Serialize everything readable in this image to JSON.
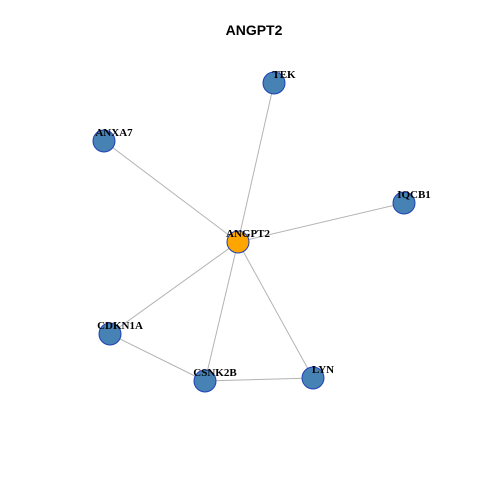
{
  "title": "ANGPT2",
  "colors": {
    "hub": "#FFA500",
    "neighbor": "#4682B4",
    "node_border": "#1f3fb5",
    "edge": "#b3b3b3"
  },
  "nodes": [
    {
      "id": "ANGPT2",
      "label": "ANGPT2",
      "role": "hub"
    },
    {
      "id": "TEK",
      "label": "TEK",
      "role": "neighbor"
    },
    {
      "id": "ANXA7",
      "label": "ANXA7",
      "role": "neighbor"
    },
    {
      "id": "IQCB1",
      "label": "IQCB1",
      "role": "neighbor"
    },
    {
      "id": "CDKN1A",
      "label": "CDKN1A",
      "role": "neighbor"
    },
    {
      "id": "CSNK2B",
      "label": "CSNK2B",
      "role": "neighbor"
    },
    {
      "id": "LYN",
      "label": "LYN",
      "role": "neighbor"
    }
  ],
  "edges": [
    {
      "source": "ANGPT2",
      "target": "TEK"
    },
    {
      "source": "ANGPT2",
      "target": "ANXA7"
    },
    {
      "source": "ANGPT2",
      "target": "IQCB1"
    },
    {
      "source": "ANGPT2",
      "target": "CDKN1A"
    },
    {
      "source": "ANGPT2",
      "target": "CSNK2B"
    },
    {
      "source": "ANGPT2",
      "target": "LYN"
    },
    {
      "source": "CDKN1A",
      "target": "CSNK2B"
    },
    {
      "source": "CSNK2B",
      "target": "LYN"
    }
  ]
}
